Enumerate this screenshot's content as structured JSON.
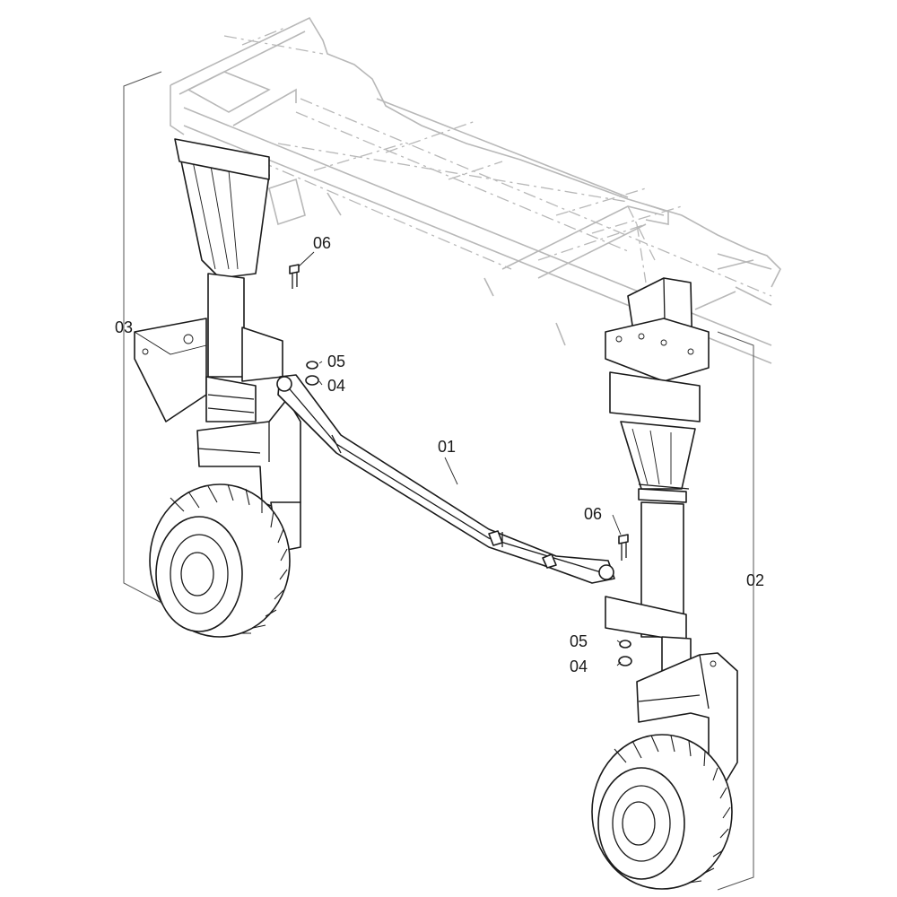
{
  "labels": {
    "axle": "01",
    "right_leg": "02",
    "left_leg": "03",
    "nut": "04",
    "washer": "05",
    "bolt": "06"
  }
}
